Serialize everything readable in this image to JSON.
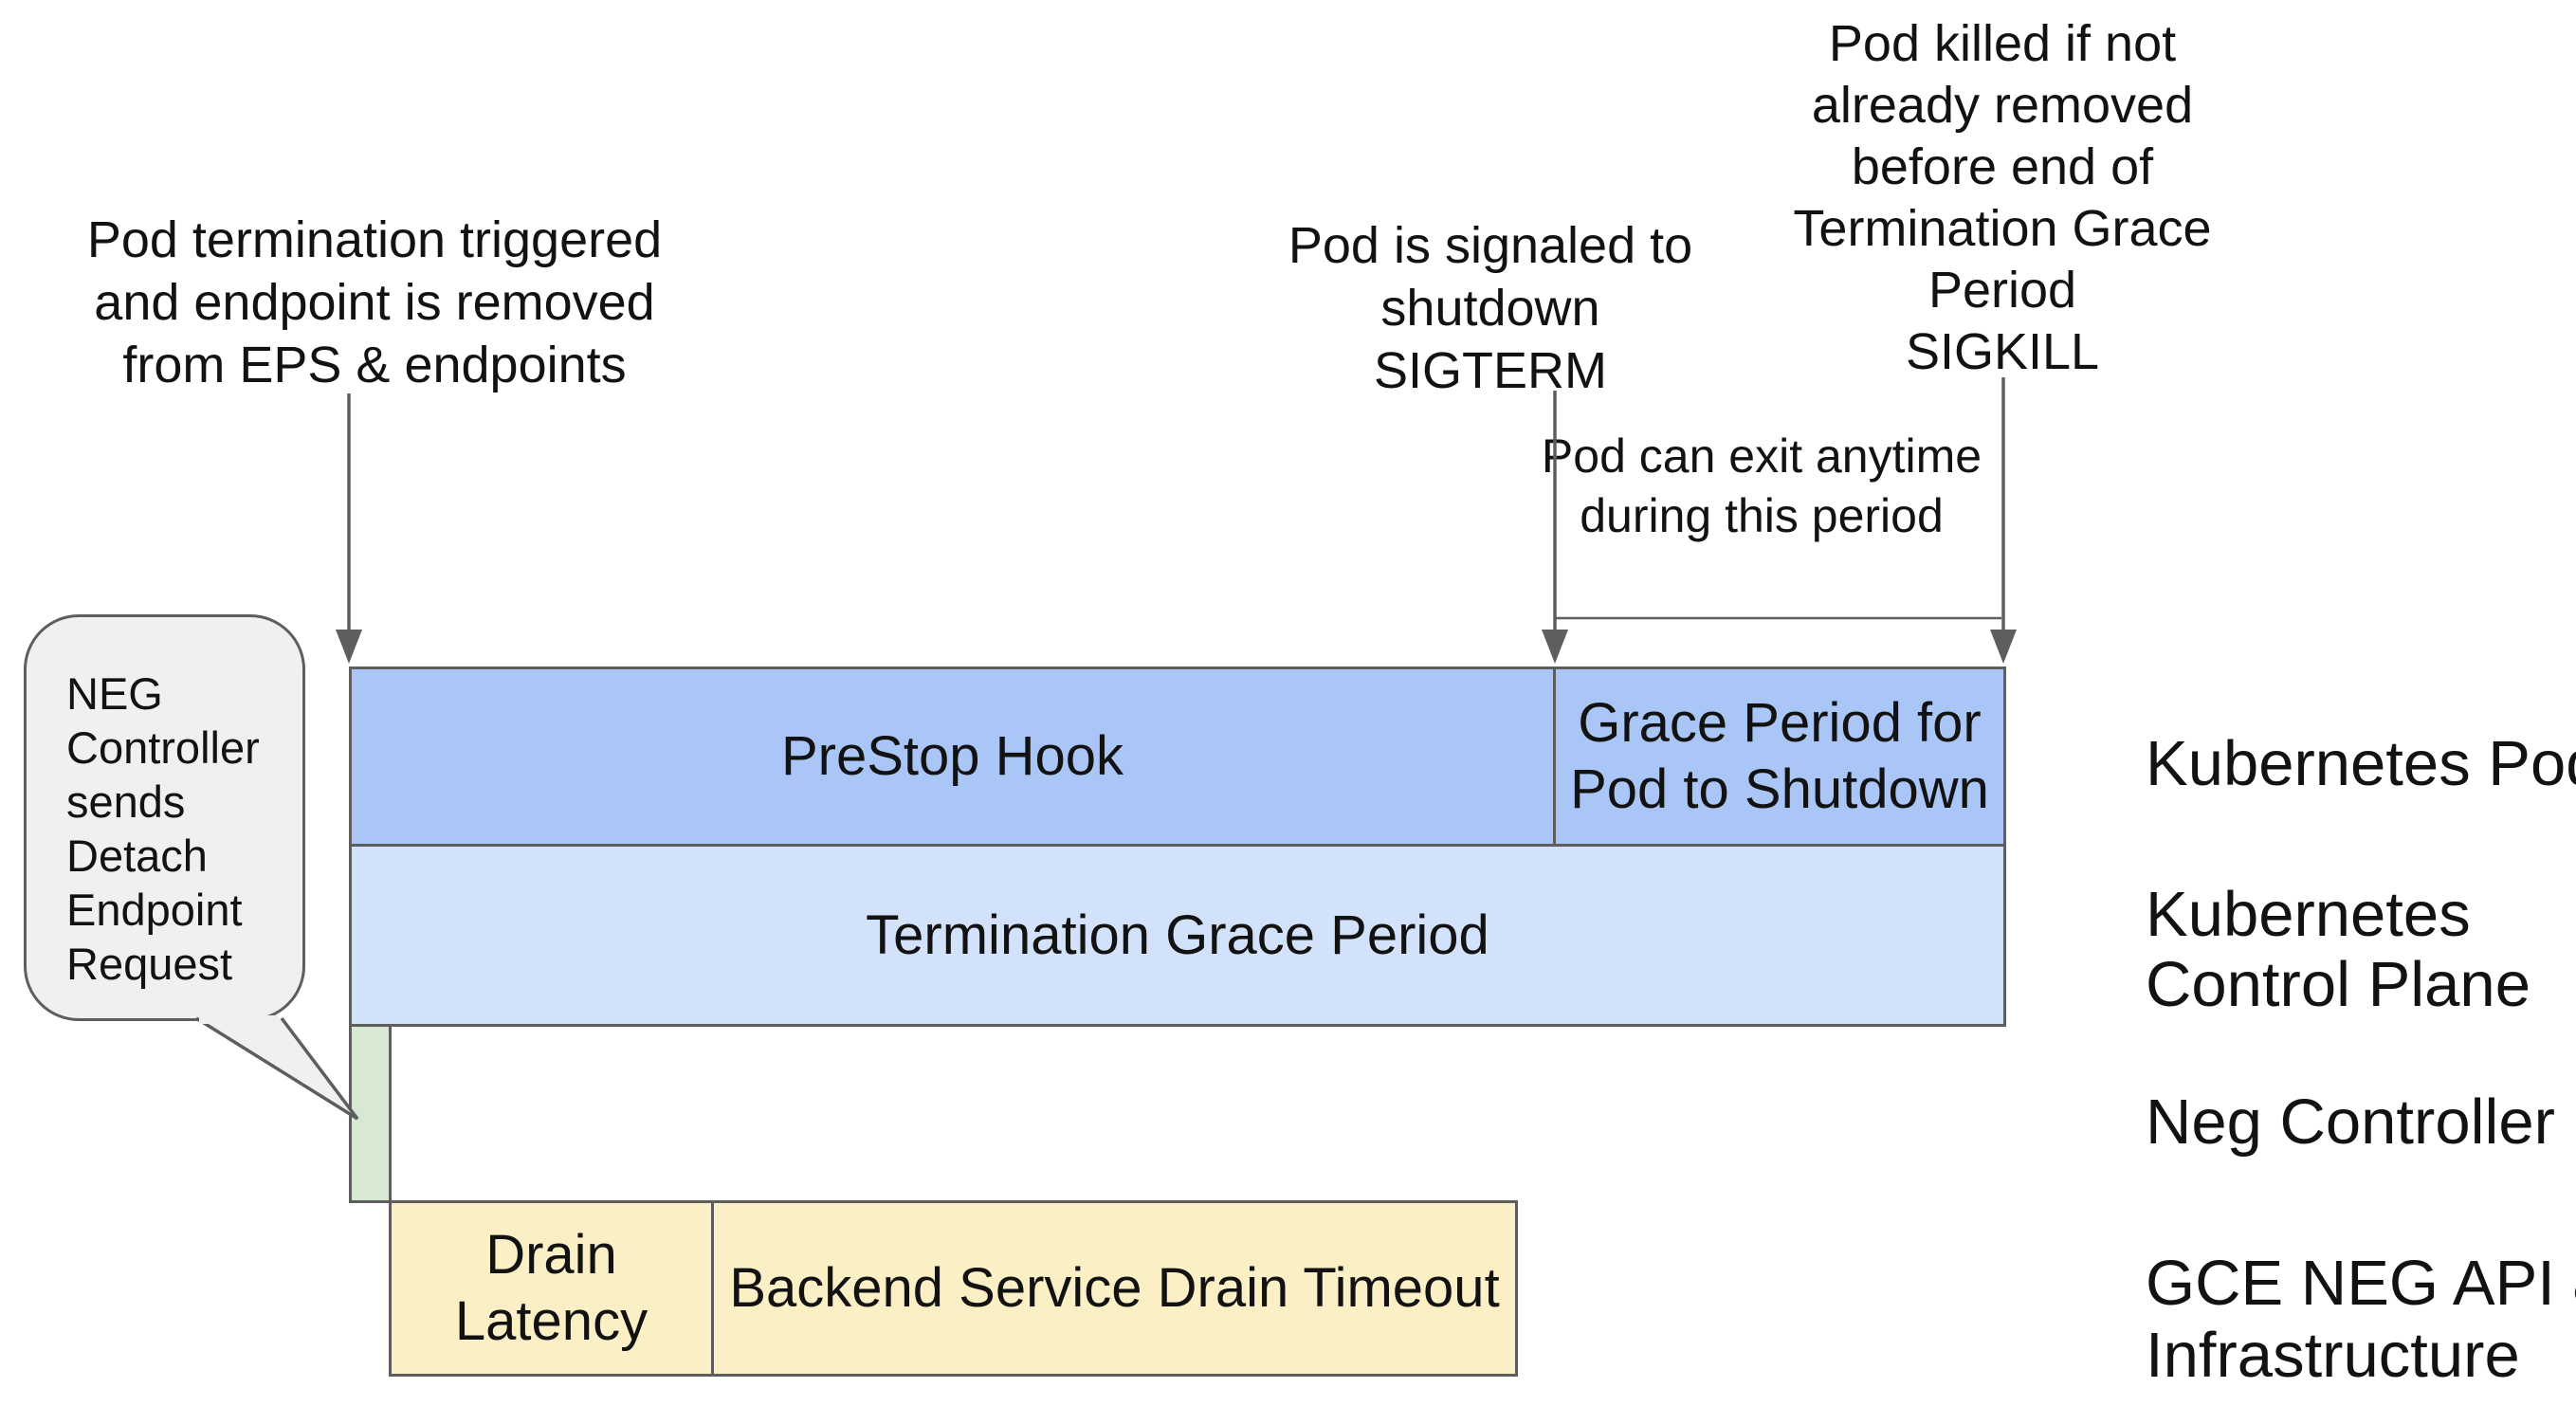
{
  "annotations": {
    "pod_termination": {
      "lines": [
        "Pod termination triggered",
        "and endpoint is removed",
        "from EPS & endpoints"
      ]
    },
    "sigterm": {
      "lines": [
        "Pod is signaled to",
        "shutdown",
        "SIGTERM"
      ]
    },
    "sigkill": {
      "lines": [
        "Pod killed if not",
        "already removed",
        "before end of",
        "Termination Grace",
        "Period",
        "SIGKILL"
      ]
    },
    "exit_window": {
      "lines": [
        "Pod can exit anytime",
        "during this period"
      ]
    }
  },
  "speech_bubble": {
    "lines": [
      "NEG",
      "Controller",
      "sends",
      "Detach",
      "Endpoint",
      "Request"
    ]
  },
  "timeline_bars": {
    "prestop_hook": {
      "label": "PreStop Hook"
    },
    "grace_period": {
      "lines": [
        "Grace Period for",
        "Pod to Shutdown"
      ]
    },
    "termination_grace_period": {
      "label": "Termination Grace Period"
    },
    "drain_latency": {
      "lines": [
        "Drain",
        "Latency"
      ]
    },
    "backend_drain": {
      "label": "Backend Service Drain Timeout"
    }
  },
  "row_labels": {
    "kubernetes_pod": {
      "line1": "Kubernetes Pod"
    },
    "kubernetes_control_plane": {
      "line1": "Kubernetes",
      "line2": "Control Plane"
    },
    "neg_controller": {
      "line1": "Neg Controller"
    },
    "gce_neg_api": {
      "line1": "GCE NEG API &",
      "line2": "Infrastructure"
    }
  },
  "colors": {
    "pod_bar": "#a9c6f6",
    "control_plane_bar": "#d3e2fb",
    "neg_bar": "#d7e9d3",
    "gce_bar": "#faefc5",
    "bubble": "#f0f0f0",
    "stroke": "#5e5e5e",
    "text": "#121212"
  }
}
